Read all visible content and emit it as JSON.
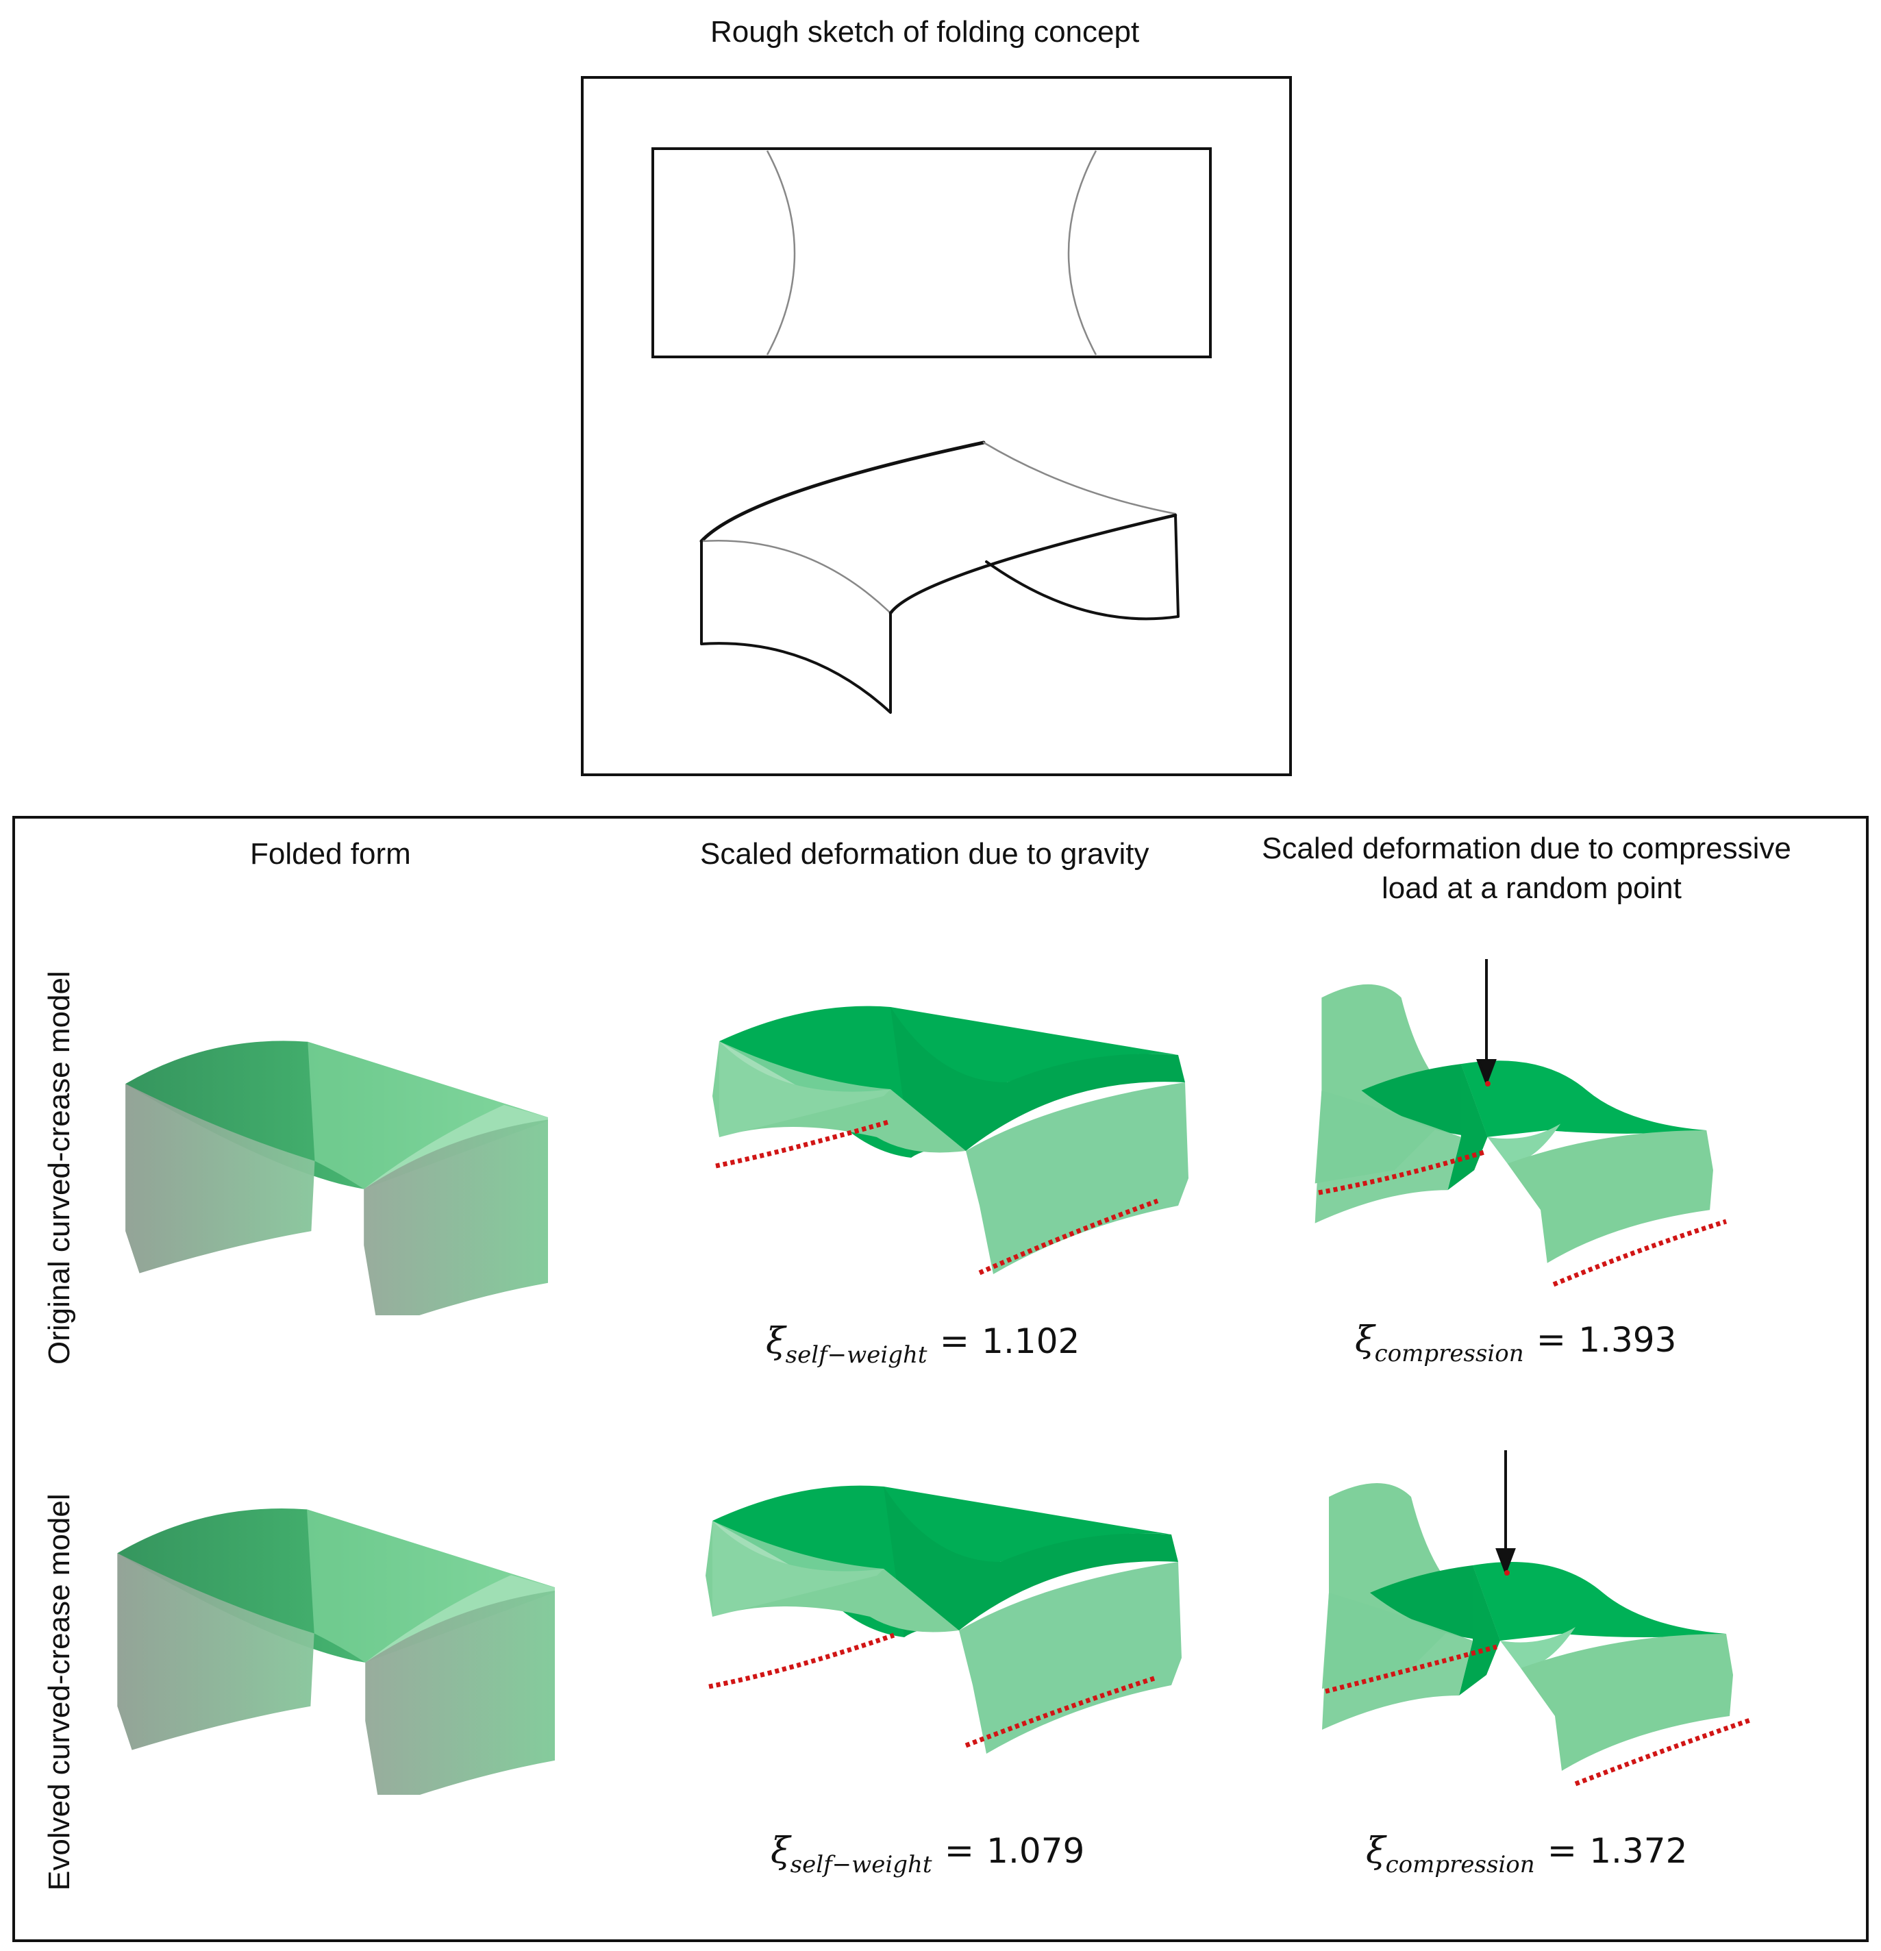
{
  "sketch": {
    "title": "Rough  sketch of folding concept"
  },
  "panel": {
    "columns": {
      "folded": "Folded form",
      "gravity": "Scaled deformation  due to gravity",
      "compressive_line1": "Scaled deformation  due to compressive",
      "compressive_line2": "load at a random point"
    },
    "rows": {
      "original": "Original curved-crease  model",
      "evolved": "Evolved  curved-crease  model"
    },
    "metrics": {
      "symbol": "ξ",
      "self_weight_sub": "self−weight",
      "compression_sub": "compression",
      "equals": "=",
      "original_self_weight": "1.102",
      "original_compression": "1.393",
      "evolved_self_weight": "1.079",
      "evolved_compression": "1.372"
    }
  },
  "colors": {
    "dark_green": "#00a550",
    "mid_green": "#3fbf72",
    "light_green": "#85d29f",
    "grey_green": "#8fae98",
    "support_red": "#d11515",
    "line": "#111111"
  }
}
